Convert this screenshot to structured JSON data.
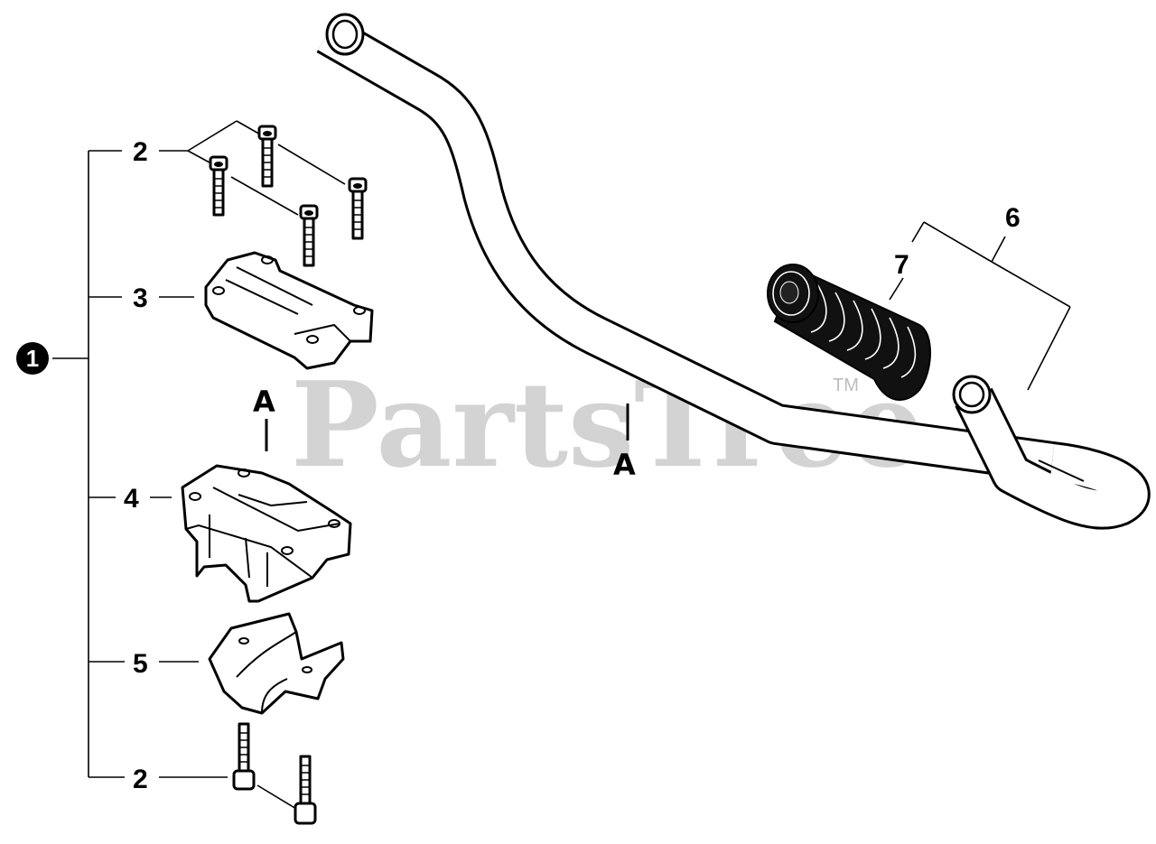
{
  "watermark": {
    "text": "PartsTree",
    "tm": "TM"
  },
  "assembly": {
    "number": "1"
  },
  "callouts": {
    "bolts_upper": "2",
    "clamp_top": "3",
    "clamp_base": "4",
    "spacer": "5",
    "bolts_lower": "2",
    "handle": "6",
    "grip": "7"
  },
  "references": {
    "left": "A",
    "right": "A"
  },
  "colors": {
    "watermark": "#d3d3d3",
    "badge": "#000000",
    "grip": "#111111"
  }
}
